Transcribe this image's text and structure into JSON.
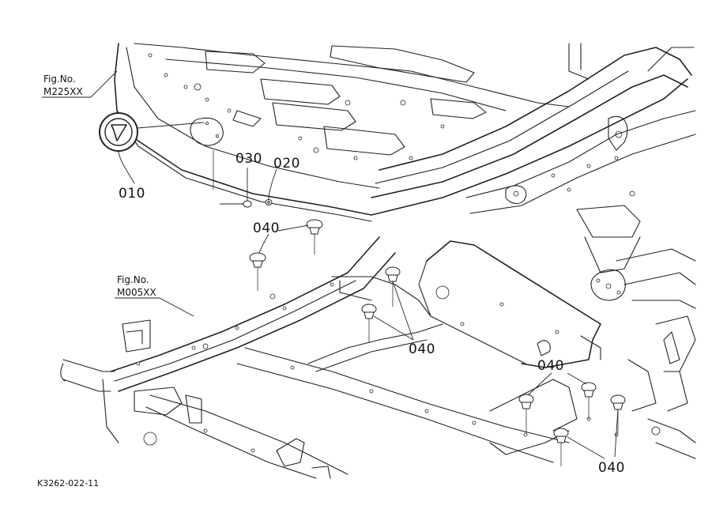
{
  "figure_refs": [
    {
      "line1": "Fig.No.",
      "line2": "M225XX"
    },
    {
      "line1": "Fig.No.",
      "line2": "M005XX"
    }
  ],
  "callouts": {
    "p010": "010",
    "p020": "020",
    "p030": "030",
    "p040_a": "040",
    "p040_b": "040",
    "p040_c": "040",
    "p040_d": "040"
  },
  "drawing_code": "K3262-022-11"
}
